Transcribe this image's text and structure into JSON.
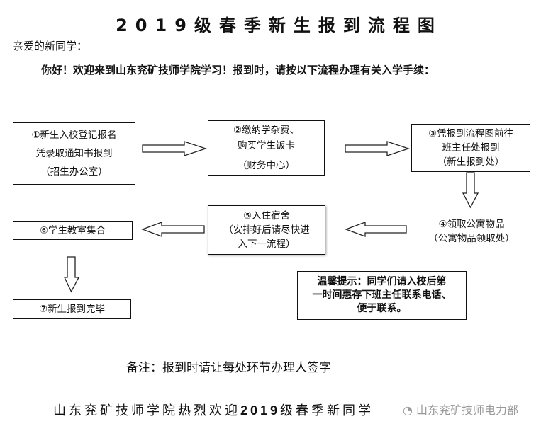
{
  "title": "2019级春季新生报到流程图",
  "salutation": "亲爱的新同学：",
  "greeting": "你好！欢迎来到山东兖矿技师学院学习！报到时，请按以下流程办理有关入学手续：",
  "steps": [
    {
      "lines": [
        "①新生入校登记报名",
        "凭录取通知书报到",
        "（招生办公室）"
      ]
    },
    {
      "lines": [
        "②缴纳学杂费、",
        "购买学生饭卡",
        "（财务中心）"
      ]
    },
    {
      "lines": [
        "③凭报到流程图前往",
        "班主任处报到",
        "（新生报到处）"
      ]
    },
    {
      "lines": [
        "④领取公寓物品",
        "（公寓物品领取处）"
      ]
    },
    {
      "lines": [
        "⑤入住宿舍",
        "（安排好后请尽快进",
        "入下一流程）"
      ]
    },
    {
      "lines": [
        "⑥学生教室集合"
      ]
    },
    {
      "lines": [
        "⑦新生报到完毕"
      ]
    }
  ],
  "tip": [
    "温馨提示：同学们请入校后第",
    "一时间惠存下班主任联系电话、",
    "便于联系。"
  ],
  "note": "备注：报到时请让每处环节办理人签字",
  "footer": {
    "pre": "山东兖矿技师学院热烈欢迎",
    "year": "2019",
    "post": "级春季新同学"
  },
  "watermark": "山东兖矿技师电力部"
}
